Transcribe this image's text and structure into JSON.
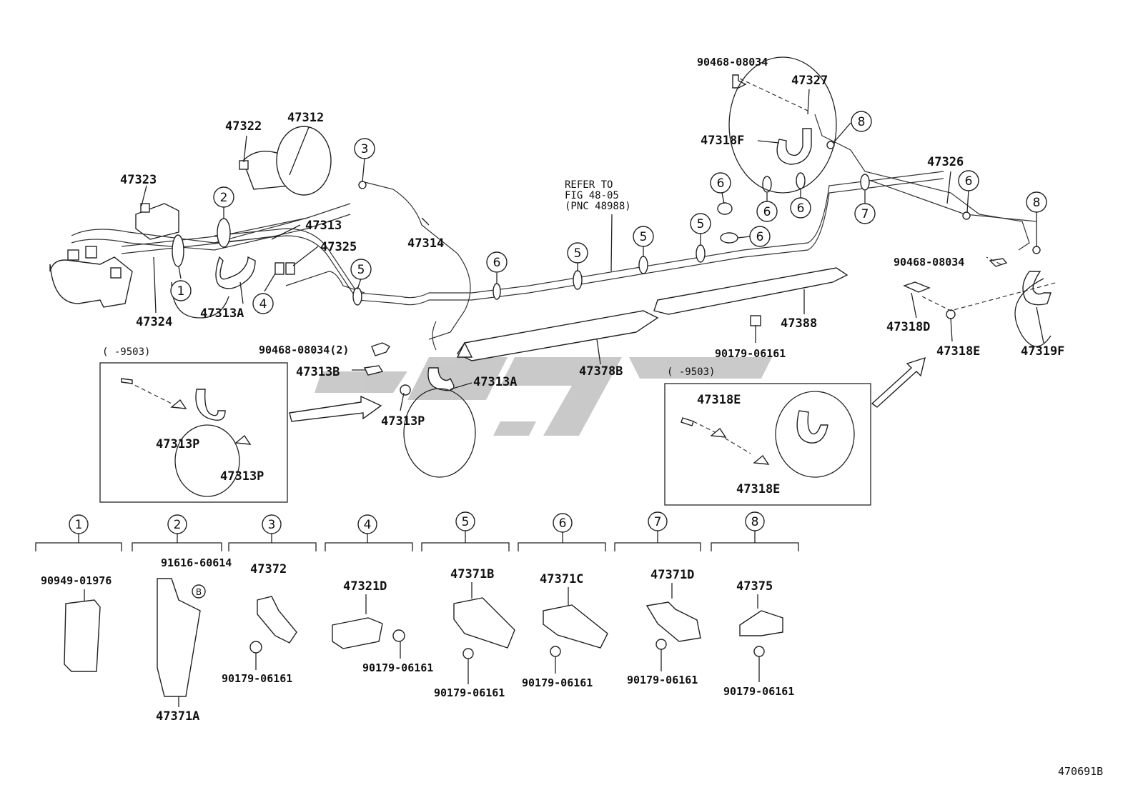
{
  "refer": {
    "line1": "REFER TO",
    "line2": "FIG 48-05",
    "line3": "(PNC 48988)"
  },
  "callouts": {
    "c1": "1",
    "c2": "2",
    "c3": "3",
    "c4": "4",
    "c5": "5",
    "c6": "6",
    "c7": "7",
    "c8": "8",
    "b": "B"
  },
  "labels": {
    "p47323": "47323",
    "p47322": "47322",
    "p47312": "47312",
    "p47313": "47313",
    "p47325": "47325",
    "p47314": "47314",
    "p47324": "47324",
    "p47313A": "47313A",
    "p47313A_b": "47313A",
    "p47313B": "47313B",
    "p47313P": "47313P",
    "p47313P_i1": "47313P",
    "p47313P_i2": "47313P",
    "p90468_a": "90468-08034",
    "p90468_b": "90468-08034(2)",
    "p90468_c": "90468-08034",
    "p47327": "47327",
    "p47318F": "47318F",
    "p47326": "47326",
    "p47378B": "47378B",
    "p47388": "47388",
    "p90179_a": "90179-06161",
    "p47318D": "47318D",
    "p47318E": "47318E",
    "p47318E_i1": "47318E",
    "p47318E_i2": "47318E",
    "p47319F": "47319F",
    "inset1_range": "(      -9503)",
    "inset2_range": "(      -9503)"
  },
  "legend": [
    {
      "num": "1",
      "parts": [
        "90949-01976"
      ]
    },
    {
      "num": "2",
      "parts": [
        "91616-60614",
        "47371A"
      ]
    },
    {
      "num": "3",
      "parts": [
        "47372",
        "90179-06161"
      ]
    },
    {
      "num": "4",
      "parts": [
        "47321D",
        "90179-06161"
      ]
    },
    {
      "num": "5",
      "parts": [
        "47371B",
        "90179-06161"
      ]
    },
    {
      "num": "6",
      "parts": [
        "47371C",
        "90179-06161"
      ]
    },
    {
      "num": "7",
      "parts": [
        "47371D",
        "90179-06161"
      ]
    },
    {
      "num": "8",
      "parts": [
        "47375",
        "90179-06161"
      ]
    }
  ],
  "figure_id": "470691B"
}
